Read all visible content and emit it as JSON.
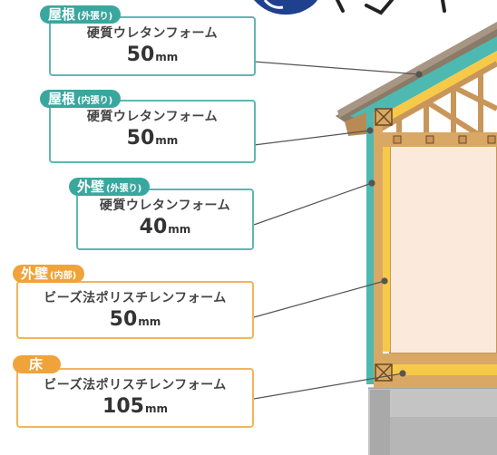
{
  "items": [
    {
      "tag": "屋根",
      "sub": "(外張り)",
      "material": "硬質ウレタンフォーム",
      "value": "50",
      "unit": "mm",
      "theme": "teal"
    },
    {
      "tag": "屋根",
      "sub": "(内張り)",
      "material": "硬質ウレタンフォーム",
      "value": "50",
      "unit": "mm",
      "theme": "teal"
    },
    {
      "tag": "外壁",
      "sub": "(外張り)",
      "material": "硬質ウレタンフォーム",
      "value": "40",
      "unit": "mm",
      "theme": "teal"
    },
    {
      "tag": "外壁",
      "sub": "(内部)",
      "material": "ビーズ法ポリスチレンフォーム",
      "value": "50",
      "unit": "mm",
      "theme": "orange"
    },
    {
      "tag": "床",
      "sub": "",
      "material": "ビーズ法ポリスチレンフォーム",
      "value": "105",
      "unit": "mm",
      "theme": "orange"
    }
  ],
  "colors": {
    "teal": "#3aa79f",
    "orange": "#f0a33a",
    "insulation_outer": "#4db9b1",
    "insulation_inner": "#f7c948",
    "wood": "#c9965a",
    "interior": "#fbeadb",
    "foundation": "#bdbdbd",
    "roof_logo": "#1f3f8f"
  }
}
